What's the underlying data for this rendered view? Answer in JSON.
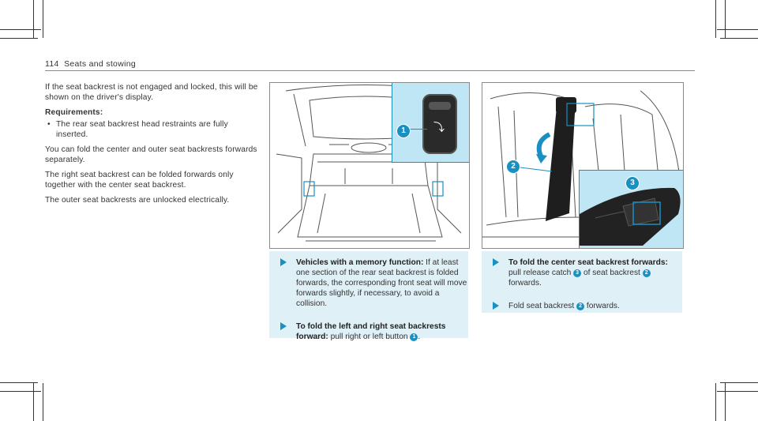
{
  "header": {
    "page_number": "114",
    "section_title": "Seats and stowing"
  },
  "intro": {
    "p1": "If the seat backrest is not engaged and locked, this will be shown on the driver's display.",
    "requirements_heading": "Requirements:",
    "requirement_1": "The rear seat backrest head restraints are fully inserted.",
    "p2": "You can fold the center and outer seat backrests forwards separately.",
    "p3": "The right seat backrest can be folded forwards only together with the center seat backrest.",
    "p4": "The outer seat backrests are unlocked electrically."
  },
  "figure1": {
    "callout_1": "1"
  },
  "figure2": {
    "callout_2": "2",
    "callout_3": "3"
  },
  "steps_left": [
    {
      "title": "Vehicles with a memory function:",
      "text": " If at least one section of the rear seat backrest is folded forwards, the corresponding front seat will move forwards slightly, if necessary, to avoid a collision."
    },
    {
      "title": "To fold the left and right seat backrests forward:",
      "text_before": " pull right or left button ",
      "ref": "1",
      "text_after": "."
    }
  ],
  "steps_right": [
    {
      "title": "To fold the center seat backrest forwards:",
      "text_a": " pull release catch ",
      "ref_a": "3",
      "text_b": " of seat backrest ",
      "ref_b": "2",
      "text_c": " forwards."
    },
    {
      "text_a": "Fold seat backrest ",
      "ref_a": "2",
      "text_b": " forwards."
    }
  ],
  "colors": {
    "accent": "#1a8fc2",
    "sidebar": "#dff0f7",
    "inset": "#bfe6f4"
  }
}
